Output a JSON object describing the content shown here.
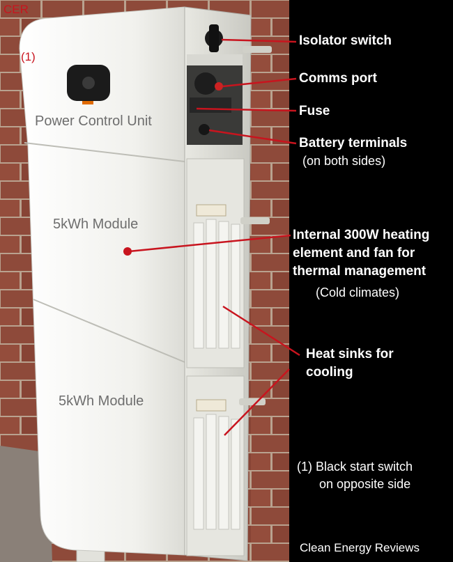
{
  "watermark": "CER",
  "marker_label": "(1)",
  "unit_labels": {
    "power_control_unit": "Power Control Unit",
    "module_top": "5kWh Module",
    "module_bottom": "5kWh Module"
  },
  "callouts": {
    "isolator_switch": "Isolator switch",
    "comms_port": "Comms port",
    "fuse": "Fuse",
    "battery_terminals": "Battery terminals",
    "battery_terminals_note": "(on both sides)",
    "heating_line1": "Internal 300W heating",
    "heating_line2": "element and fan for",
    "heating_line3": "thermal management",
    "heating_note": "(Cold climates)",
    "heat_sinks_line1": "Heat sinks for",
    "heat_sinks_line2": "cooling"
  },
  "footnote": {
    "line1": "(1) Black start switch",
    "line2": "on opposite side"
  },
  "credit": "Clean Energy Reviews",
  "colors": {
    "background_black": "#000000",
    "brick": "#8e4a3a",
    "mortar": "#b9a28f",
    "battery_white": "#f2f2ee",
    "callout_line": "#c8141e",
    "label_grey": "#6e6e6e"
  }
}
